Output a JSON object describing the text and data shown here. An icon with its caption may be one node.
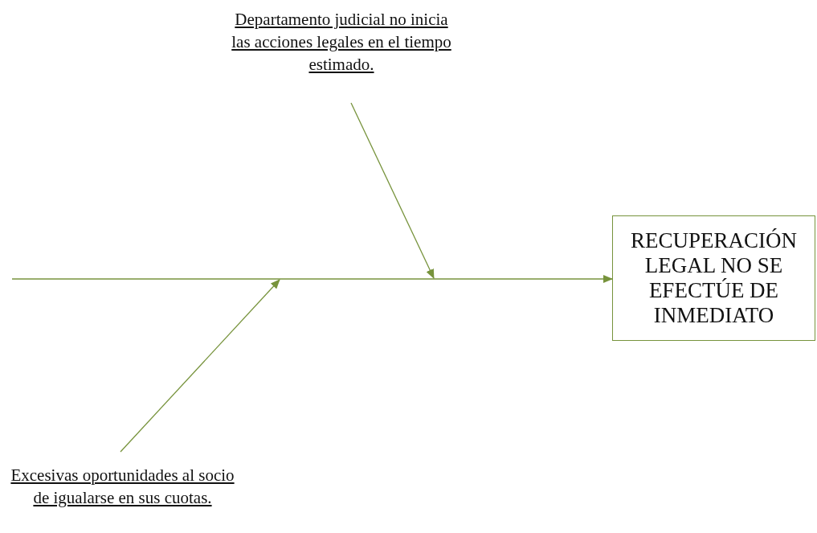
{
  "diagram": {
    "nodes": [
      {
        "text": [
          "Departamento judicial no inicia las acciones legales en el tiempo estimado."
        ]
      },
      {
        "text": [
          "Excesivas oportunidades al socio de igualarse en sus cuotas."
        ]
      },
      {
        "text": [
          "RECUPERACIÓN LEGAL NO SE EFECTÚE DE INMEDIATO"
        ]
      }
    ],
    "edges": [
      {
        "from": null,
        "to": 2,
        "arrow": "to"
      },
      {
        "from": 0,
        "to": null,
        "arrow": "to"
      },
      {
        "from": 1,
        "to": null,
        "arrow": "to"
      }
    ]
  }
}
